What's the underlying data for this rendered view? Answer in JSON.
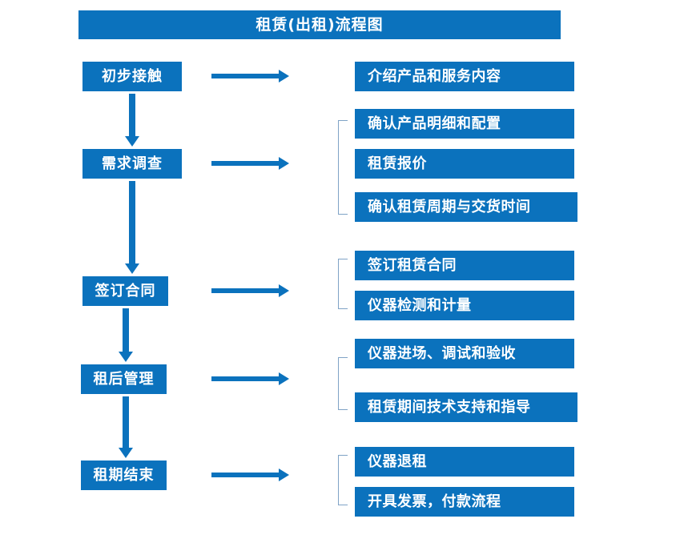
{
  "chart_data": {
    "type": "diagram",
    "title": "租赁(出租)流程图",
    "diagram_kind": "flowchart",
    "stages": [
      {
        "label": "初步接触",
        "tasks": [
          "介绍产品和服务内容"
        ]
      },
      {
        "label": "需求调查",
        "tasks": [
          "确认产品明细和配置",
          "租赁报价",
          "确认租赁周期与交货时间"
        ]
      },
      {
        "label": "签订合同",
        "tasks": [
          "签订租赁合同",
          "仪器检测和计量"
        ]
      },
      {
        "label": "租后管理",
        "tasks": [
          "仪器进场、调试和验收",
          "租赁期间技术支持和指导"
        ]
      },
      {
        "label": "租期结束",
        "tasks": [
          "仪器退租",
          "开具发票，付款流程"
        ]
      }
    ],
    "colors": {
      "box_fill": "#0b72bd",
      "box_text": "#ffffff",
      "arrow": "#0b72bd",
      "bracket": "#7fa3c6",
      "background": "#ffffff"
    }
  },
  "header": {
    "title": "租赁(出租)流程图"
  },
  "stages": [
    {
      "label": "初步接触"
    },
    {
      "label": "需求调查"
    },
    {
      "label": "签订合同"
    },
    {
      "label": "租后管理"
    },
    {
      "label": "租期结束"
    }
  ],
  "tasks": {
    "g1": [
      "介绍产品和服务内容"
    ],
    "g2": [
      "确认产品明细和配置",
      "租赁报价",
      "确认租赁周期与交货时间"
    ],
    "g3": [
      "签订租赁合同",
      "仪器检测和计量"
    ],
    "g4": [
      "仪器进场、调试和验收",
      "租赁期间技术支持和指导"
    ],
    "g5": [
      "仪器退租",
      "开具发票，付款流程"
    ]
  }
}
